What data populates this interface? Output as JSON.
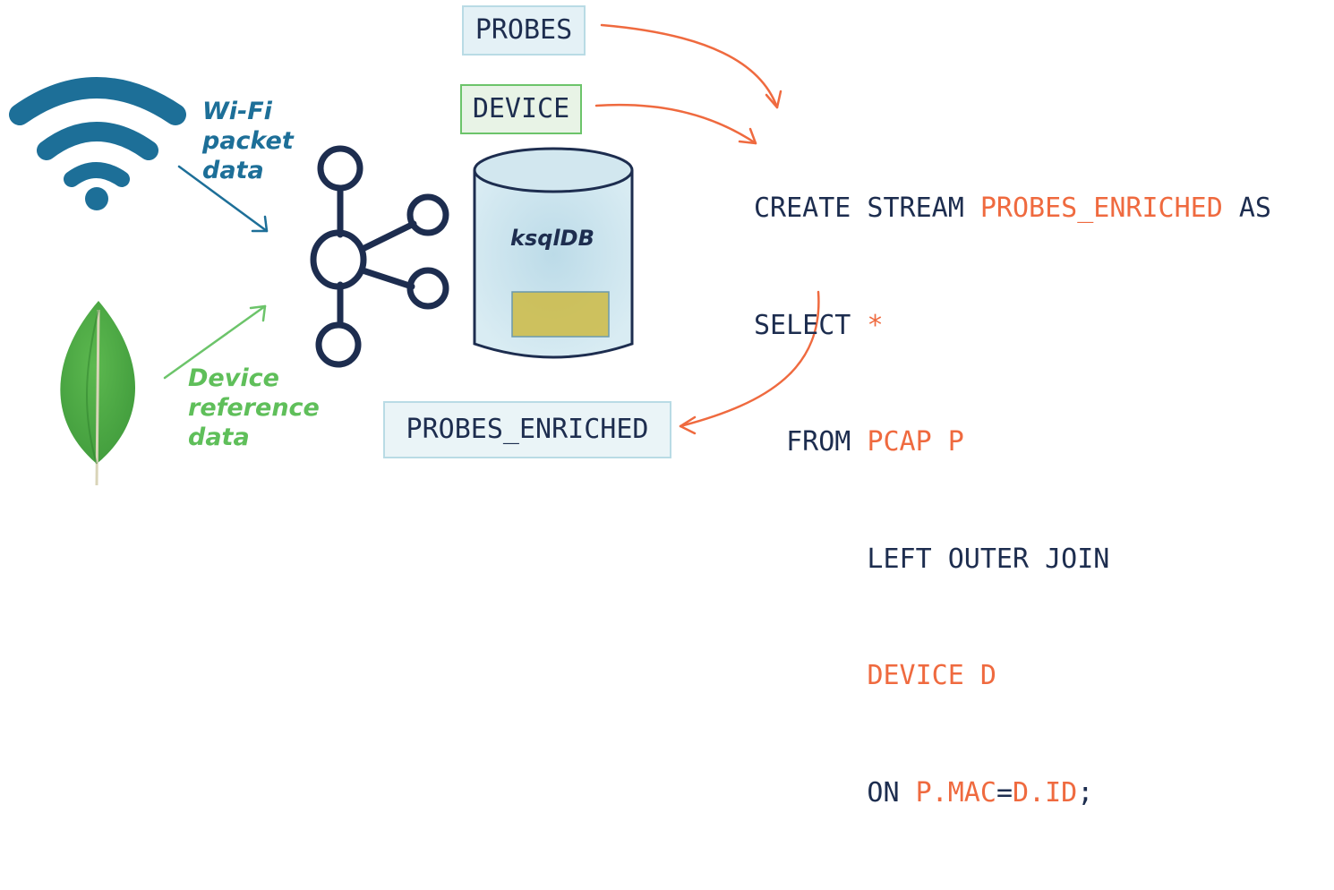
{
  "boxes": {
    "probes": "PROBES",
    "device": "DEVICE",
    "probes_enriched": "PROBES_ENRICHED"
  },
  "labels": {
    "wifi": [
      "Wi-Fi",
      "packet",
      "data"
    ],
    "device_ref": [
      "Device",
      "reference",
      "data"
    ],
    "db": "ksqlDB"
  },
  "code": {
    "line1": [
      "CREATE STREAM ",
      "PROBES_ENRICHED",
      " AS"
    ],
    "line2": [
      "SELECT ",
      "*"
    ],
    "line3": [
      "  FROM ",
      "PCAP P"
    ],
    "line4": [
      "       LEFT OUTER JOIN"
    ],
    "line5": [
      "       ",
      "DEVICE D"
    ],
    "line6": [
      "       ON ",
      "P.MAC",
      "=",
      "D.ID",
      ";"
    ]
  },
  "icons": [
    "wifi-icon",
    "leaf-icon",
    "kafka-icon",
    "database-icon"
  ],
  "colors": {
    "navy": "#1d2d4f",
    "orange": "#ef6a3f",
    "wifi_blue": "#1d6f98",
    "green": "#5fbf5a",
    "leaf_green": "#4aa744"
  }
}
